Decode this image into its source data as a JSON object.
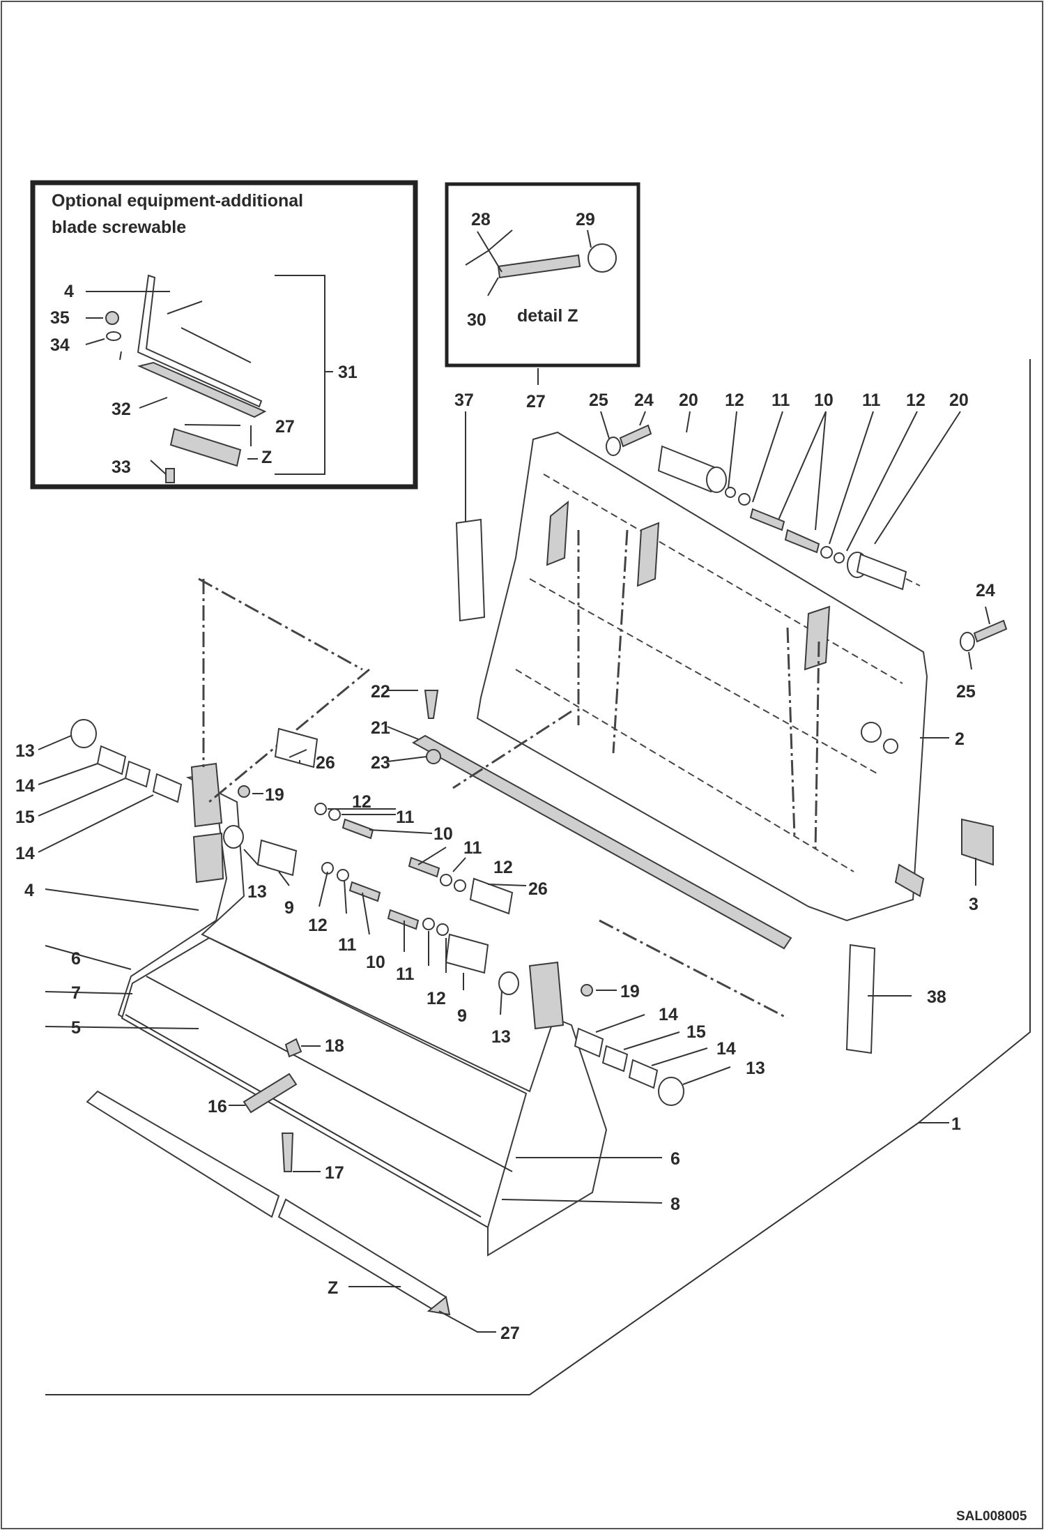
{
  "inset_optional": {
    "title_line1": "Optional equipment-additional",
    "title_line2": "blade screwable",
    "labels": [
      "4",
      "35",
      "34",
      "31",
      "32",
      "27",
      "Z",
      "33"
    ]
  },
  "inset_detail": {
    "caption": "detail Z",
    "labels": [
      "28",
      "29",
      "30"
    ],
    "callout": "27"
  },
  "top_row_labels": [
    "37",
    "25",
    "24",
    "20",
    "12",
    "11",
    "10",
    "11",
    "12",
    "20"
  ],
  "callouts": {
    "c24": "24",
    "c25": "25",
    "c2": "2",
    "c3": "3",
    "c38": "38",
    "c1": "1",
    "c22": "22",
    "c21": "21",
    "c23": "23",
    "c13a": "13",
    "c14a": "14",
    "c15a": "15",
    "c14b": "14",
    "c26a": "26",
    "c19a": "19",
    "c12a": "12",
    "c11a": "11",
    "c10a": "10",
    "c11b": "11",
    "c12b": "12",
    "c26b": "26",
    "c4": "4",
    "c6a": "6",
    "c7": "7",
    "c5": "5",
    "c13b": "13",
    "c9a": "9",
    "c12c": "12",
    "c11c": "11",
    "c10b": "10",
    "c11d": "11",
    "c12d": "12",
    "c9b": "9",
    "c13c": "13",
    "c19b": "19",
    "c14c": "14",
    "c15b": "15",
    "c14d": "14",
    "c13d": "13",
    "c18": "18",
    "c16": "16",
    "c17": "17",
    "c6b": "6",
    "c8": "8",
    "cZ": "Z",
    "c27": "27"
  },
  "drawing_ref": "SAL008005"
}
